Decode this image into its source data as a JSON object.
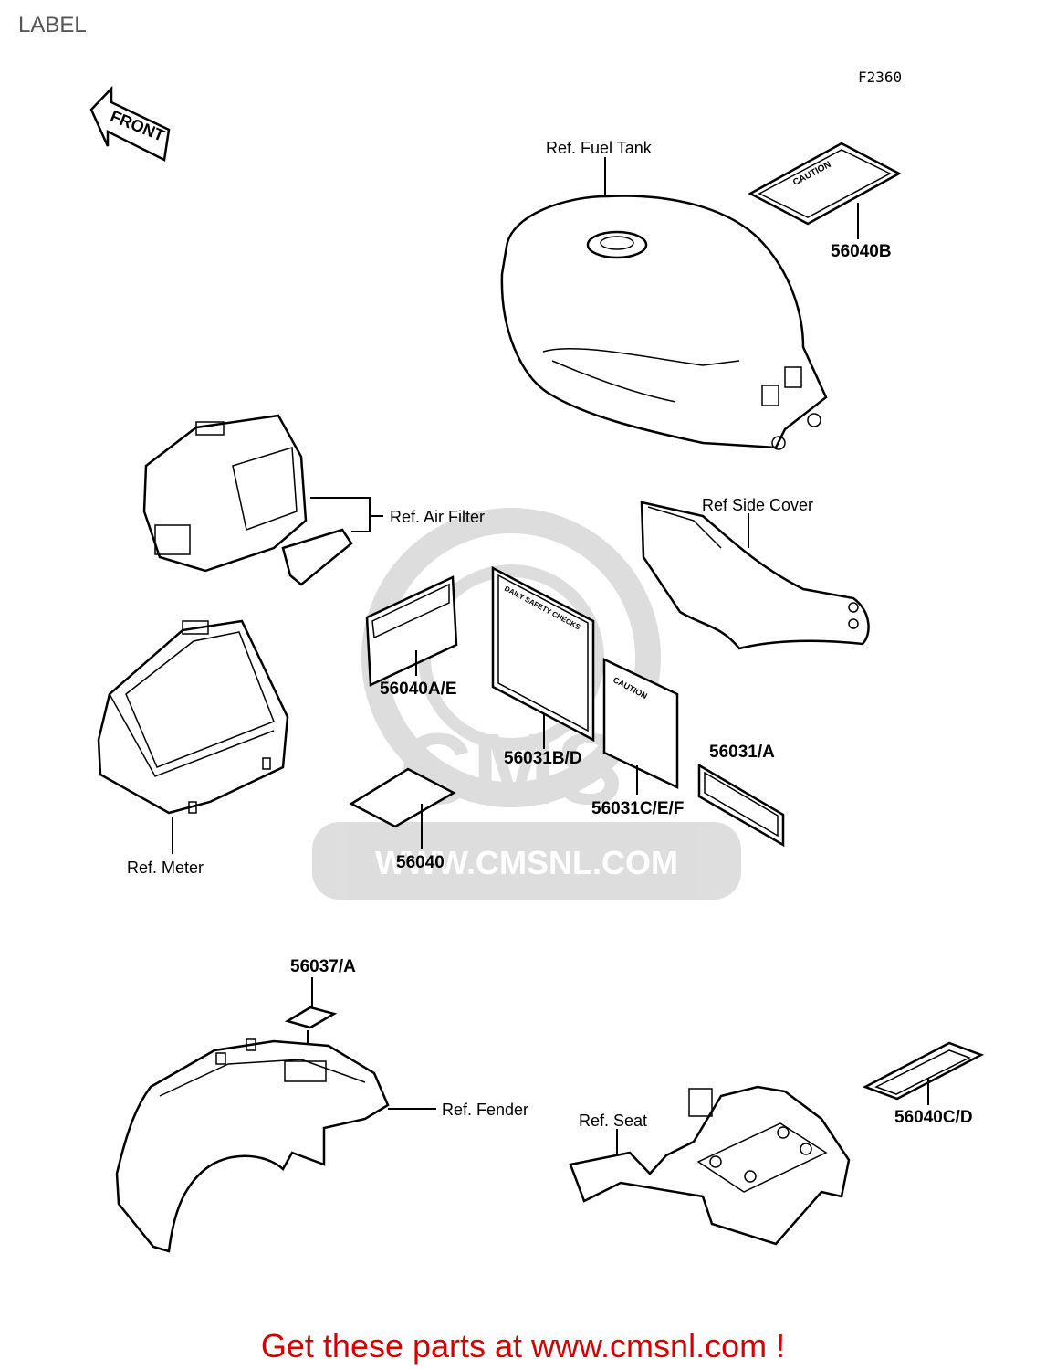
{
  "page": {
    "title": "LABEL",
    "figure_code": "F2360"
  },
  "front_arrow": "FRONT",
  "watermark": {
    "text": "WWW.CMSNL.COM",
    "logo": "CMS"
  },
  "references": {
    "fuel_tank": "Ref. Fuel Tank",
    "air_filter": "Ref. Air Filter",
    "side_cover": "Ref Side Cover",
    "meter": "Ref. Meter",
    "fender": "Ref. Fender",
    "seat": "Ref. Seat"
  },
  "label_text": {
    "caution": "CAUTION",
    "daily_safety": "DAILY SAFETY CHECKS"
  },
  "parts": {
    "p56040B": "56040B",
    "p56040AE": "56040A/E",
    "p56031BD": "56031B/D",
    "p56031A": "56031/A",
    "p56031CEF": "56031C/E/F",
    "p56040": "56040",
    "p56037A": "56037/A",
    "p56040CD": "56040C/D"
  },
  "footer": "Get these parts at www.cmsnl.com !"
}
